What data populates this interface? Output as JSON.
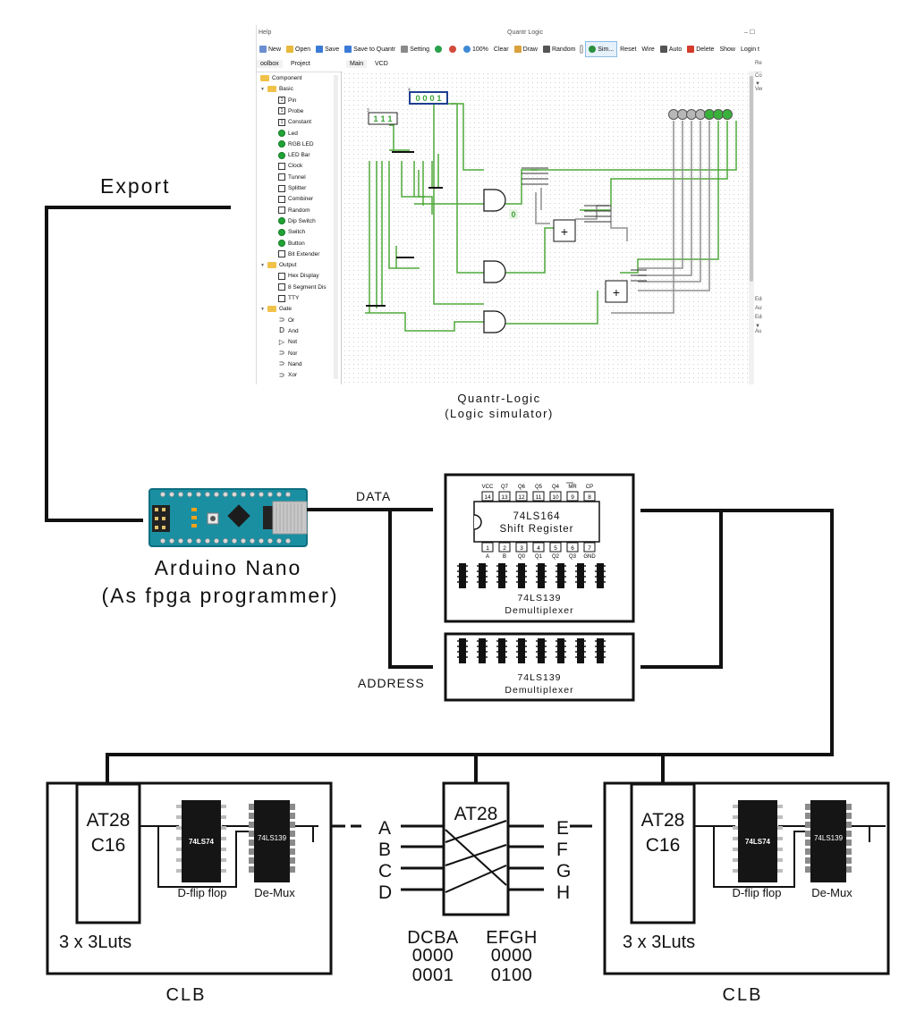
{
  "app": {
    "title": "Quantr Logic",
    "menu_help": "Help",
    "window_controls": "–   ☐",
    "toolbar": [
      {
        "label": "New",
        "icon": "new-icon",
        "color": "#6b8fd1"
      },
      {
        "label": "Open",
        "icon": "folder-icon",
        "color": "#e7b93c"
      },
      {
        "label": "Save",
        "icon": "save-icon",
        "color": "#3b7bd6"
      },
      {
        "label": "Save to Quantr",
        "icon": "save-icon",
        "color": "#3b7bd6"
      },
      {
        "label": "Setting",
        "icon": "gear-icon",
        "color": "#8a8a8a"
      },
      {
        "label": "",
        "icon": "zoom-in-icon",
        "color": "#2aa14b"
      },
      {
        "label": "",
        "icon": "zoom-out-icon",
        "color": "#d24a3a"
      },
      {
        "label": "100%",
        "icon": "zoom-reset-icon",
        "color": "#3f8ad6"
      },
      {
        "label": "Clear",
        "icon": "",
        "color": ""
      },
      {
        "label": "Draw",
        "icon": "pencil-icon",
        "color": "#d9a23c"
      },
      {
        "label": "Random",
        "icon": "dice-icon",
        "color": "#555555"
      },
      {
        "label": "Sim...",
        "icon": "simulate-icon",
        "color": "#2b8f3d"
      },
      {
        "label": "Reset",
        "icon": "",
        "color": ""
      },
      {
        "label": "Wire",
        "icon": "",
        "color": ""
      },
      {
        "label": "Auto",
        "icon": "auto-icon",
        "color": "#555555"
      },
      {
        "label": "Delete",
        "icon": "delete-icon",
        "color": "#d43b2b"
      },
      {
        "label": "Show",
        "icon": "",
        "color": ""
      },
      {
        "label": "Login t",
        "icon": "",
        "color": ""
      }
    ],
    "panel_tabs": [
      "oolbox",
      "Project"
    ],
    "canvas_tabs": [
      "Main",
      "VCD"
    ],
    "tree": [
      {
        "label": "Component",
        "level": 0,
        "icon": "folder-icon"
      },
      {
        "label": "Basic",
        "level": 1,
        "icon": "folder-icon"
      },
      {
        "label": "Pin",
        "level": 2,
        "icon": "pin-icon"
      },
      {
        "label": "Probe",
        "level": 2,
        "icon": "probe-icon"
      },
      {
        "label": "Constant",
        "level": 2,
        "icon": "constant-icon"
      },
      {
        "label": "Led",
        "level": 2,
        "icon": "led-icon"
      },
      {
        "label": "RGB LED",
        "level": 2,
        "icon": "rgb-led-icon"
      },
      {
        "label": "LED Bar",
        "level": 2,
        "icon": "led-bar-icon"
      },
      {
        "label": "Clock",
        "level": 2,
        "icon": "clock-icon"
      },
      {
        "label": "Tunnel",
        "level": 2,
        "icon": "tunnel-icon"
      },
      {
        "label": "Splitter",
        "level": 2,
        "icon": "splitter-icon"
      },
      {
        "label": "Combiner",
        "level": 2,
        "icon": "combiner-icon"
      },
      {
        "label": "Random",
        "level": 2,
        "icon": "random-icon"
      },
      {
        "label": "Dip Switch",
        "level": 2,
        "icon": "dip-switch-icon"
      },
      {
        "label": "Switch",
        "level": 2,
        "icon": "switch-icon"
      },
      {
        "label": "Button",
        "level": 2,
        "icon": "button-icon"
      },
      {
        "label": "Bit Extender",
        "level": 2,
        "icon": "bit-extender-icon"
      },
      {
        "label": "Output",
        "level": 1,
        "icon": "folder-icon"
      },
      {
        "label": "Hex Display",
        "level": 2,
        "icon": "hex-display-icon"
      },
      {
        "label": "8 Segment Dis",
        "level": 2,
        "icon": "segment-display-icon"
      },
      {
        "label": "TTY",
        "level": 2,
        "icon": "tty-icon"
      },
      {
        "label": "Gate",
        "level": 1,
        "icon": "folder-icon"
      },
      {
        "label": "Or",
        "level": 2,
        "icon": "or-gate-icon"
      },
      {
        "label": "And",
        "level": 2,
        "icon": "and-gate-icon"
      },
      {
        "label": "Not",
        "level": 2,
        "icon": "not-gate-icon"
      },
      {
        "label": "Nor",
        "level": 2,
        "icon": "nor-gate-icon"
      },
      {
        "label": "Nand",
        "level": 2,
        "icon": "nand-gate-icon"
      },
      {
        "label": "Xor",
        "level": 2,
        "icon": "xor-gate-icon"
      }
    ],
    "right_pane": [
      "Re",
      "Compo",
      "▼ Ver",
      "Edg",
      "Aut",
      "Edg",
      "▼ Au"
    ],
    "circuit": {
      "pin_value_a": "0 0 0 1",
      "pin_width_a": "4",
      "pin_value_b": "1 1 1",
      "pin_width_b": "3",
      "constant_value": "0",
      "adder_symbol": "+"
    }
  },
  "diagram": {
    "export_label": "Export",
    "app_caption_1": "Quantr-Logic",
    "app_caption_2": "(Logic simulator)",
    "arduino_1": "Arduino Nano",
    "arduino_2": "(As fpga programmer)",
    "data_label": "DATA",
    "address_label": "ADDRESS",
    "shift_register": {
      "part": "74LS164",
      "name": "Shift Register",
      "top_pin_names": [
        "VCC",
        "Q7",
        "Q6",
        "Q5",
        "Q4",
        "MR",
        "CP"
      ],
      "top_pin_numbers": [
        "14",
        "13",
        "12",
        "11",
        "10",
        "9",
        "8"
      ],
      "bottom_pin_numbers": [
        "1",
        "2",
        "3",
        "4",
        "5",
        "6",
        "7"
      ],
      "bottom_pin_names": [
        "A",
        "B",
        "Q0",
        "Q1",
        "Q2",
        "Q3",
        "GND"
      ]
    },
    "demux_top": {
      "part": "74LS139",
      "name": "Demultiplexer"
    },
    "demux_bottom": {
      "part": "74LS139",
      "name": "Demultiplexer"
    },
    "clb_left": {
      "eeprom_1": "AT28",
      "eeprom_2": "C16",
      "flipflop_chip": "74LS74",
      "demux_chip": "74LS139",
      "flipflop_label": "D-flip flop",
      "demux_label": "De-Mux",
      "luts_label": "3 x 3Luts",
      "caption": "CLB"
    },
    "clb_right": {
      "eeprom_1": "AT28",
      "eeprom_2": "C16",
      "flipflop_chip": "74LS74",
      "demux_chip": "74LS139",
      "flipflop_label": "D-flip flop",
      "demux_label": "De-Mux",
      "luts_label": "3 x 3Luts",
      "caption": "CLB"
    },
    "router": {
      "chip": "AT28",
      "inputs": [
        "A",
        "B",
        "C",
        "D"
      ],
      "outputs": [
        "E",
        "F",
        "G",
        "H"
      ],
      "table_head_left": "DCBA",
      "table_head_right": "EFGH",
      "table_rows": [
        [
          "0000",
          "0000"
        ],
        [
          "0001",
          "0100"
        ]
      ]
    }
  }
}
